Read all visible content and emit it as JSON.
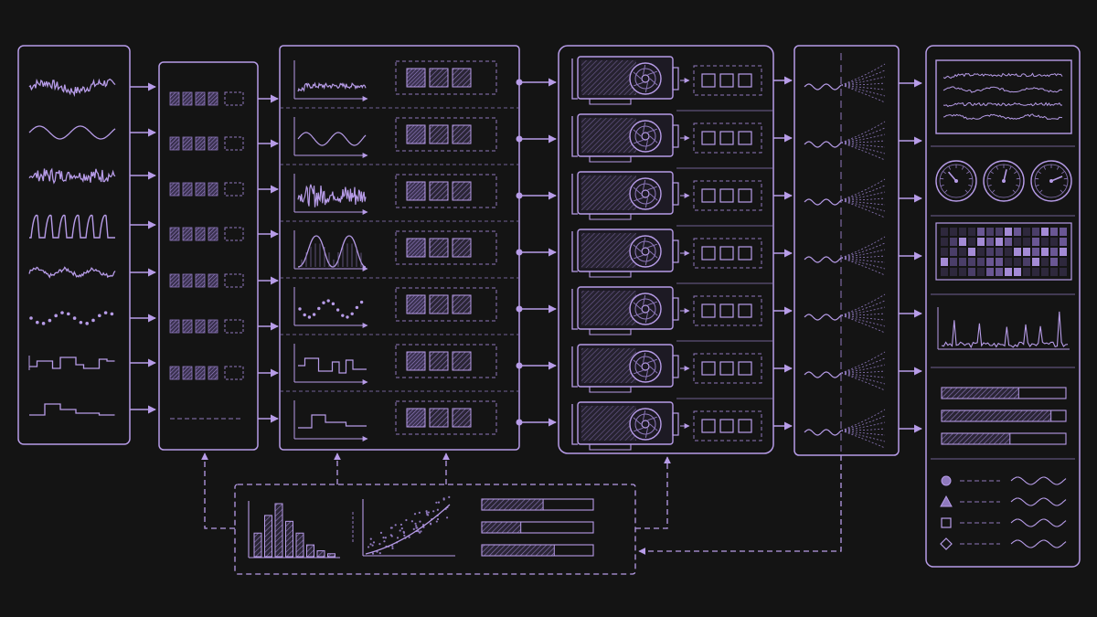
{
  "colors": {
    "background": "#141414",
    "stroke": "#b79ce8",
    "stroke_dim": "#8f79bd",
    "fill_dark": "#6a5794",
    "fill_mid": "#5a4a80",
    "fill_light": "#7f6cab"
  },
  "rows": 7,
  "input_signals": [
    "noisy-wave",
    "sine-wave",
    "high-frequency-wave",
    "pulse-wave",
    "zigzag-wave",
    "dotted-wave",
    "step-wave",
    "sparse-step-wave"
  ],
  "batch_rows": [
    "full",
    "full",
    "full",
    "full",
    "full",
    "full",
    "full",
    "empty"
  ],
  "feature_plots": [
    "noise",
    "sine",
    "burst",
    "gaussian",
    "scatter-sine",
    "step",
    "sparse-step"
  ],
  "gpu_count": 7,
  "output_panels": [
    "line-monitor",
    "gauges",
    "heatmap",
    "spike-chart",
    "progress-bars",
    "legend"
  ],
  "gauge_values": [
    0.35,
    0.55,
    0.75
  ],
  "progress_values": [
    0.62,
    0.88,
    0.55
  ],
  "monitor_progress_values": [
    0.55,
    0.35,
    0.65
  ],
  "histogram_values": [
    4,
    7,
    9,
    6,
    4,
    2,
    1,
    0.5
  ],
  "legend_icons": [
    "circle-icon",
    "triangle-icon",
    "square-icon",
    "diamond-icon"
  ]
}
